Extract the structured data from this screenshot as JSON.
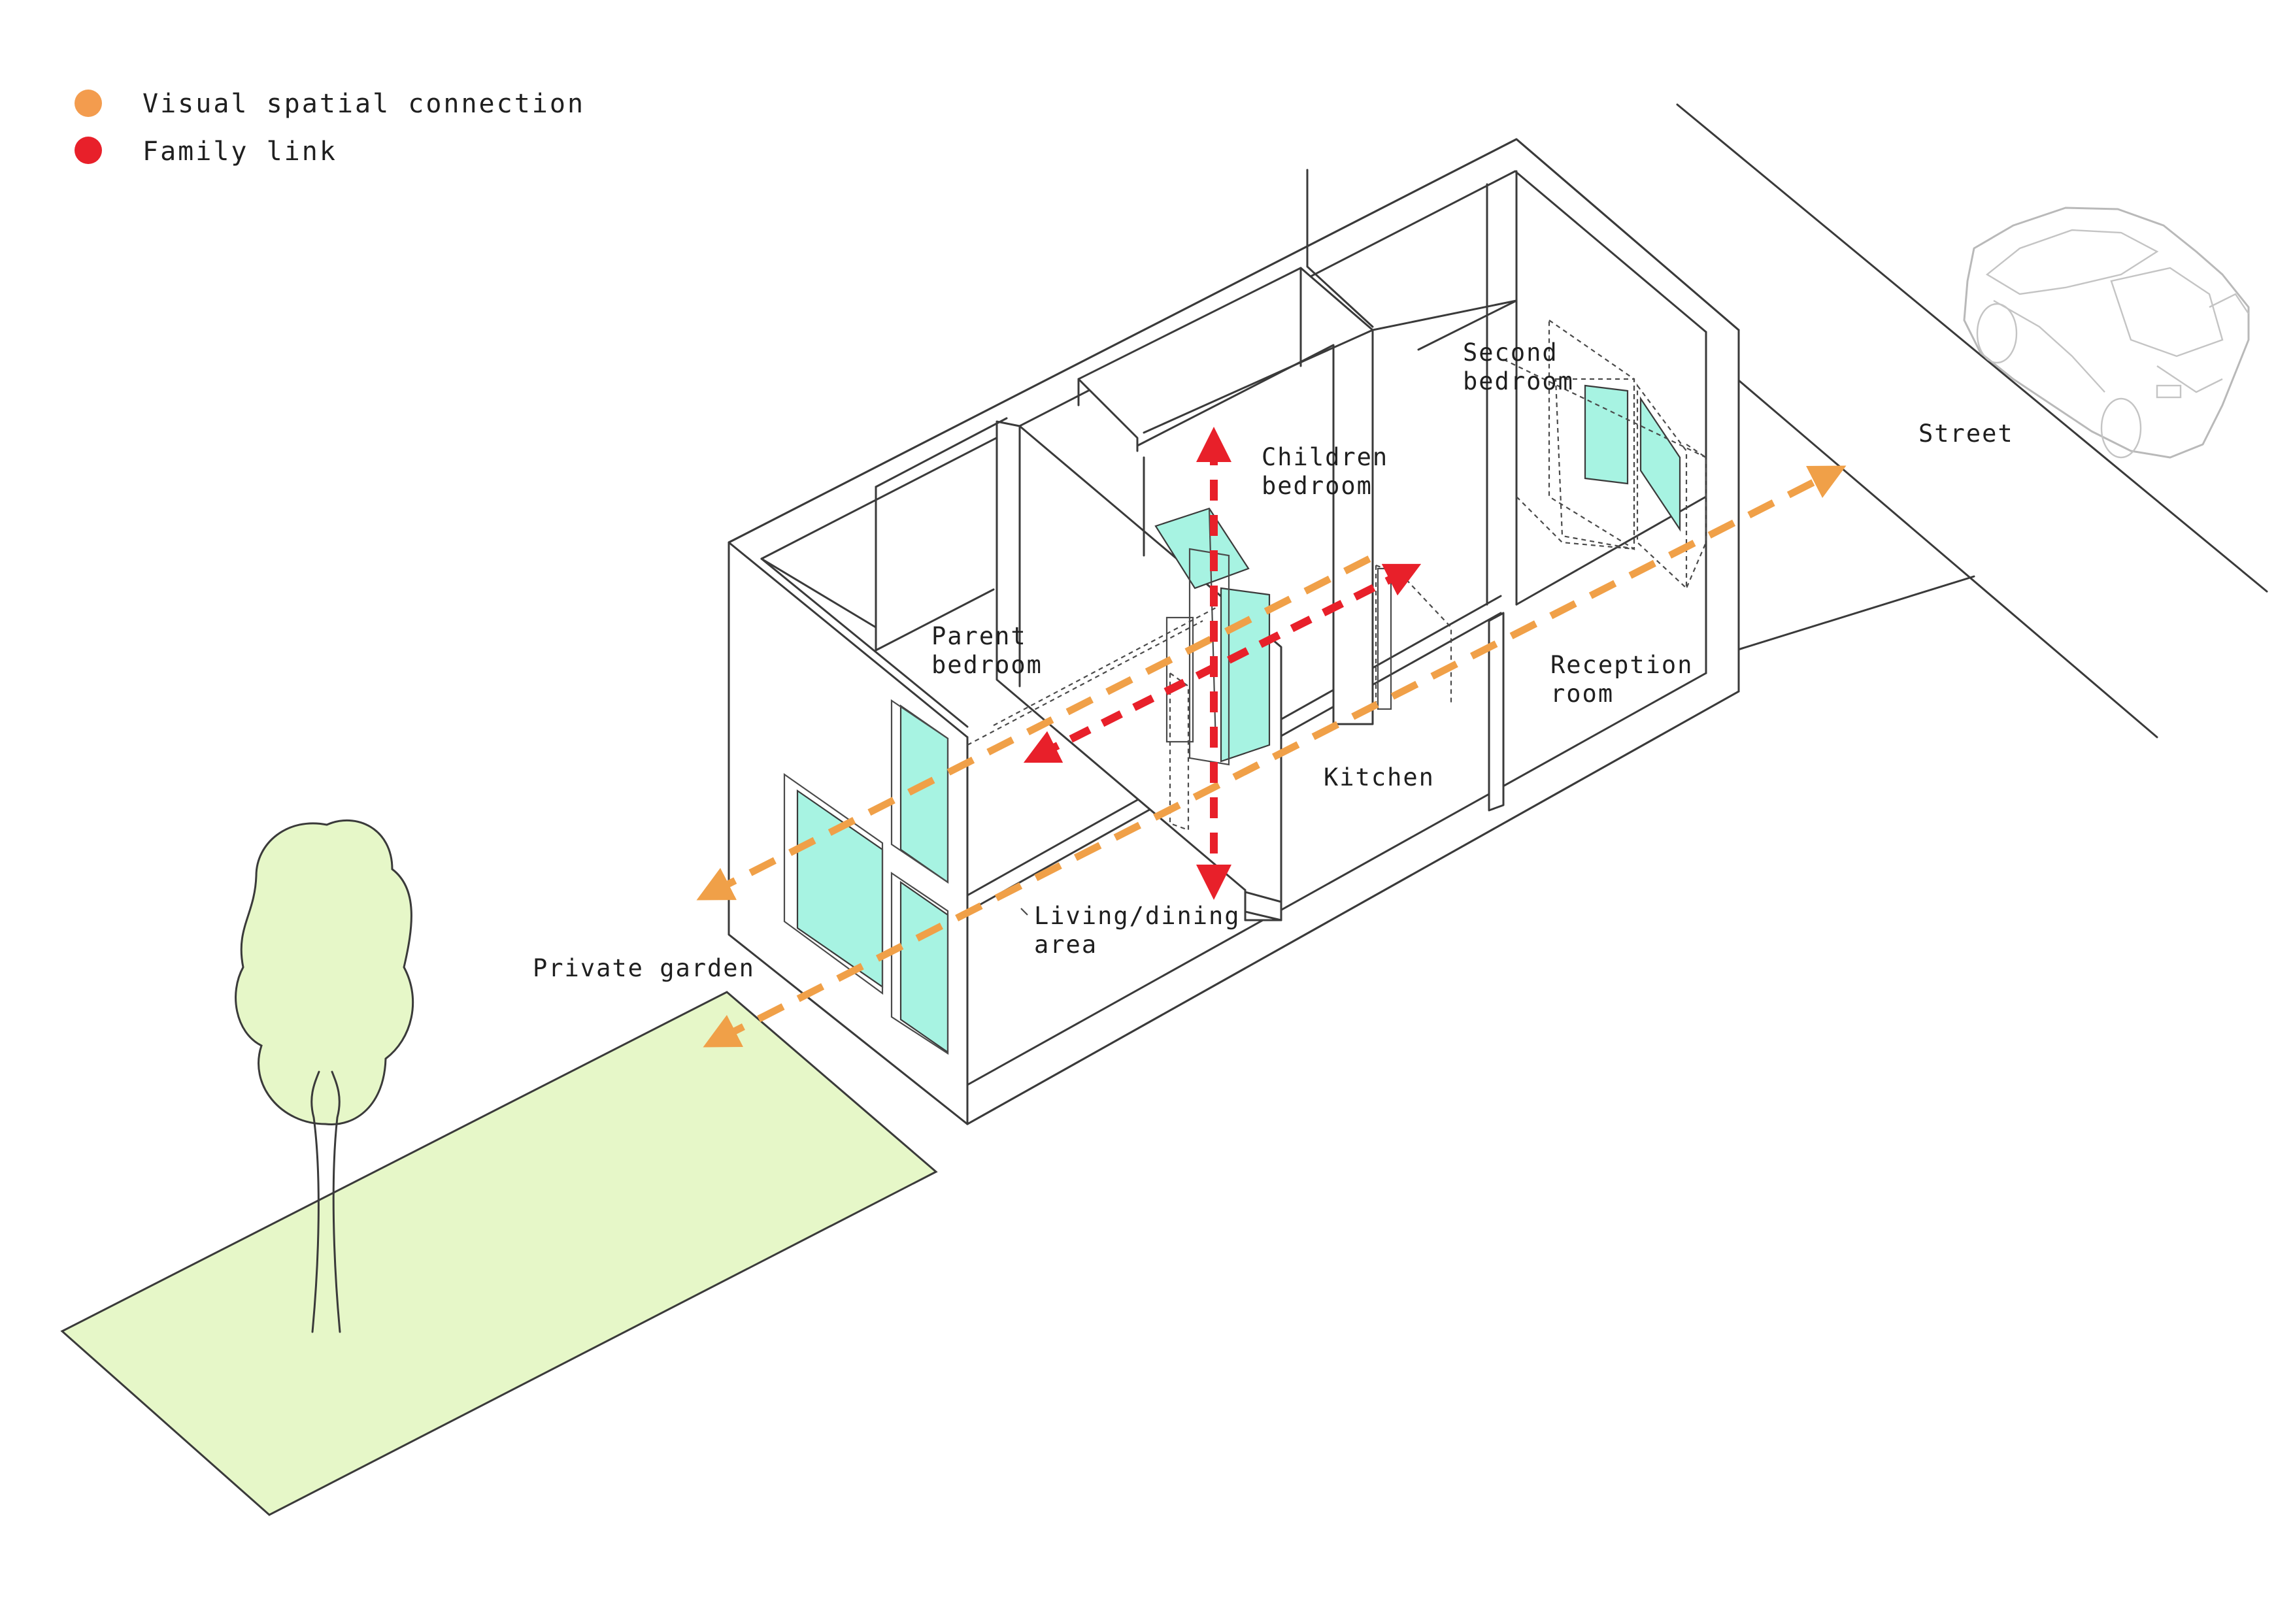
{
  "legend": {
    "items": [
      {
        "label": "Visual spatial connection",
        "color": "#f39c4e"
      },
      {
        "label": "Family link",
        "color": "#e8202a"
      }
    ]
  },
  "labels": {
    "second_bedroom": [
      "Second",
      "bedroom"
    ],
    "children_bedroom": [
      "Children",
      "bedroom"
    ],
    "parent_bedroom": [
      "Parent",
      "bedroom"
    ],
    "reception_room": [
      "Reception",
      "room"
    ],
    "kitchen": "Kitchen",
    "living_dining": [
      "Living/dining",
      "area"
    ],
    "private_garden": "Private garden",
    "street": "Street"
  },
  "colors": {
    "glass": "#a7f3e2",
    "garden": "#e6f7c8",
    "visual_link": "#f0a048",
    "family_link": "#e8202a",
    "outline": "#3a3a3a"
  },
  "icons": {
    "tree": "tree-icon",
    "car": "car-icon"
  }
}
